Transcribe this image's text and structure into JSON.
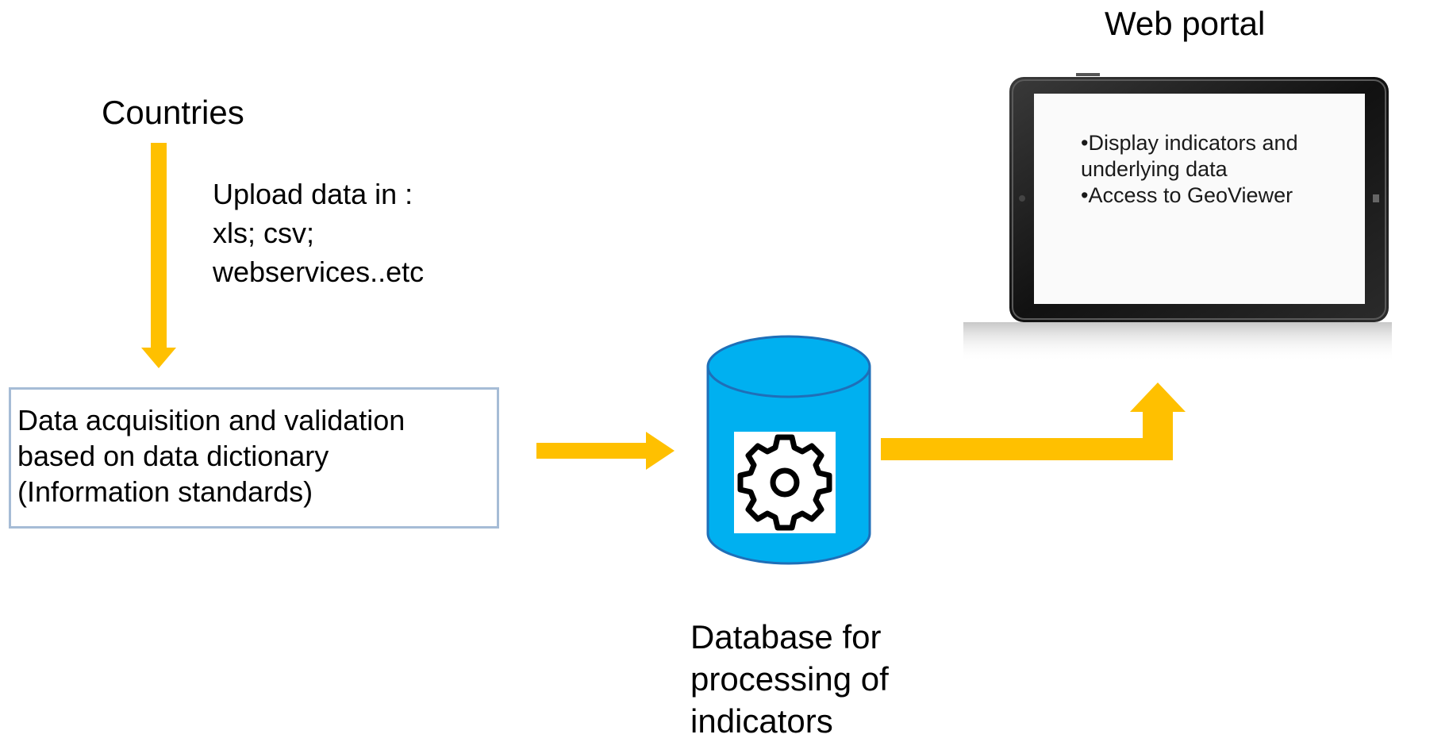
{
  "labels": {
    "countries": "Countries",
    "web_portal": "Web portal"
  },
  "upload": {
    "lines": [
      "Upload data in :",
      "xls; csv;",
      "webservices..etc"
    ]
  },
  "acquisition": {
    "lines": [
      "Data acquisition and validation",
      "based on data dictionary",
      "(Information standards)"
    ]
  },
  "database": {
    "lines": [
      "Database for",
      "processing of",
      "indicators"
    ],
    "icon": "gear-icon"
  },
  "tablet": {
    "lines": [
      "•Display indicators and",
      "underlying data",
      "•Access to GeoViewer"
    ]
  },
  "colors": {
    "arrow": "#ffc000",
    "cylinder_fill": "#00b0f0",
    "cylinder_stroke": "#1f6fb8",
    "box_border": "#a6bcd6"
  }
}
